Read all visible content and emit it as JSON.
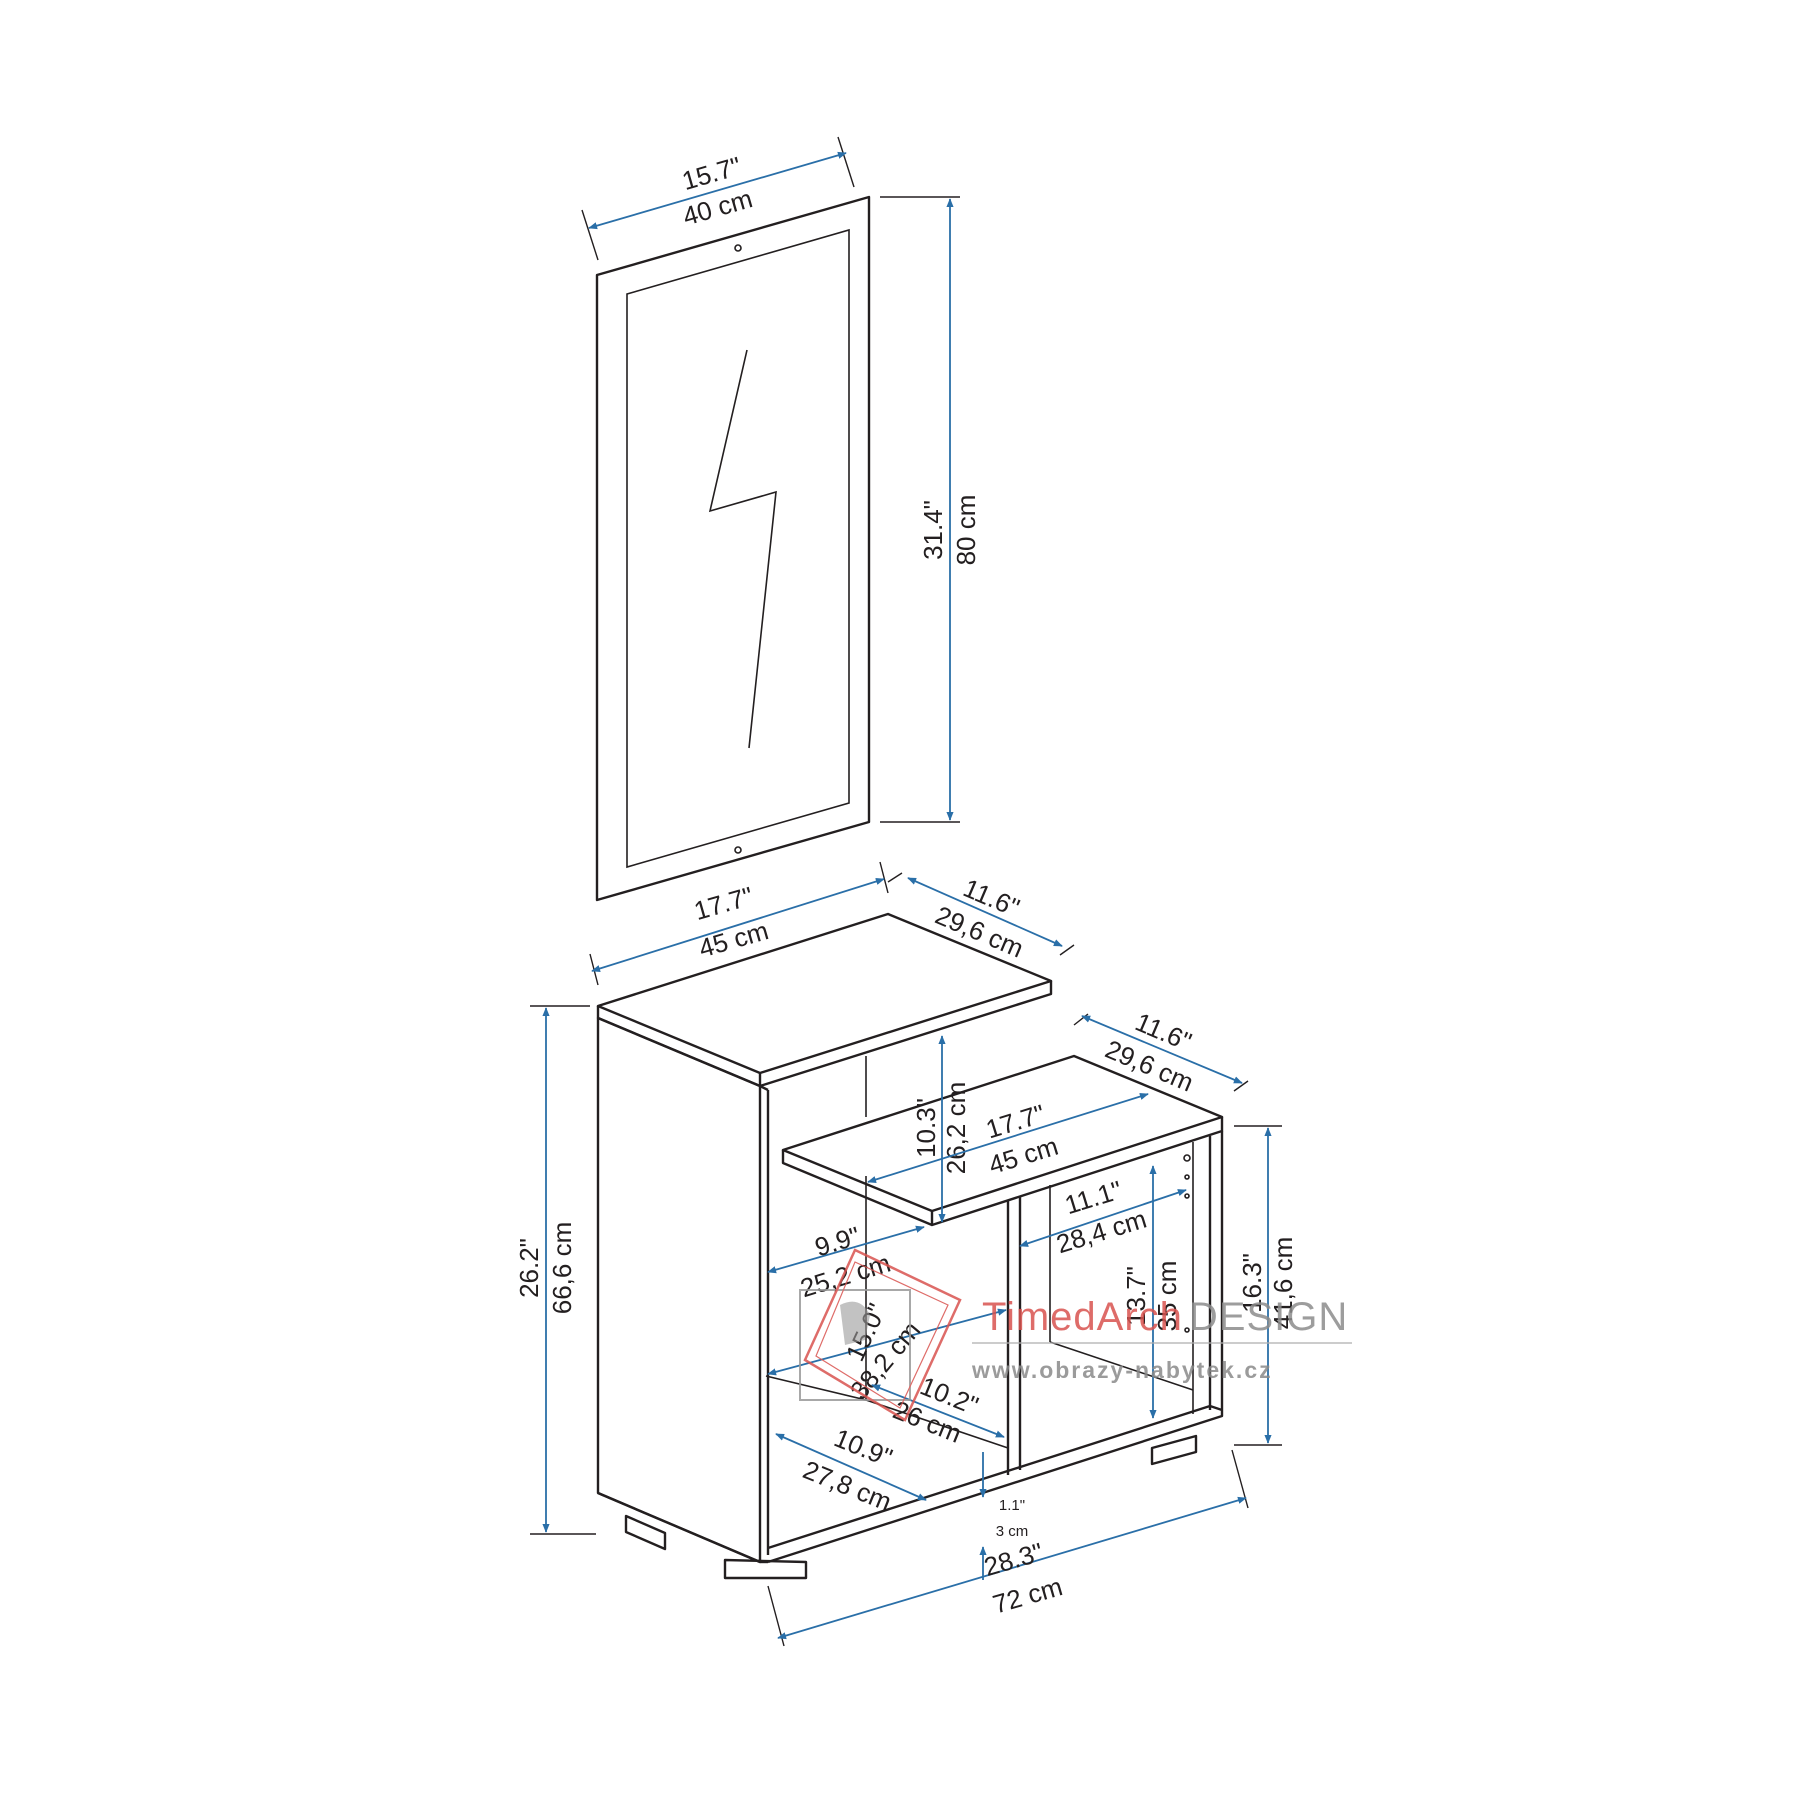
{
  "mirror": {
    "width": {
      "in": "15.7\"",
      "cm": "40 cm"
    },
    "height": {
      "in": "31.4\"",
      "cm": "80 cm"
    }
  },
  "cabinet": {
    "top_width": {
      "in": "17.7\"",
      "cm": "45 cm"
    },
    "top_depth": {
      "in": "11.6\"",
      "cm": "29,6 cm"
    },
    "shelf_depth": {
      "in": "11.6\"",
      "cm": "29,6 cm"
    },
    "total_height": {
      "in": "26.2\"",
      "cm": "66,6 cm"
    },
    "upper_opening_height": {
      "in": "10.3\"",
      "cm": "26,2 cm"
    },
    "shelf_width": {
      "in": "17.7\"",
      "cm": "45 cm"
    },
    "right_section_height": {
      "in": "16.3\"",
      "cm": "41,6 cm"
    },
    "right_inner_depth": {
      "in": "11.1\"",
      "cm": "28,4 cm"
    },
    "right_inner_height": {
      "in": "13.7\"",
      "cm": "35 cm"
    },
    "left_upper_depth": {
      "in": "9.9\"",
      "cm": "25,2 cm"
    },
    "left_opening_height": {
      "in": "15.0\"",
      "cm": "38,2 cm"
    },
    "left_inner_width": {
      "in": "10.2\"",
      "cm": "26 cm"
    },
    "left_inner_depth": {
      "in": "10.9\"",
      "cm": "27,8 cm"
    },
    "feet_height": {
      "in": "1.1\"",
      "cm": "3 cm"
    },
    "total_width": {
      "in": "28.3\"",
      "cm": "72 cm"
    }
  },
  "watermark": {
    "brand_prefix": "TimedArch",
    "brand_suffix": "DESIGN",
    "url": "www.obrazy-nabytek.cz"
  },
  "colors": {
    "line": "#231f20",
    "dimension": "#2a6fa8",
    "watermark_red": "#d9534f",
    "watermark_gray": "#8c8c8c"
  }
}
